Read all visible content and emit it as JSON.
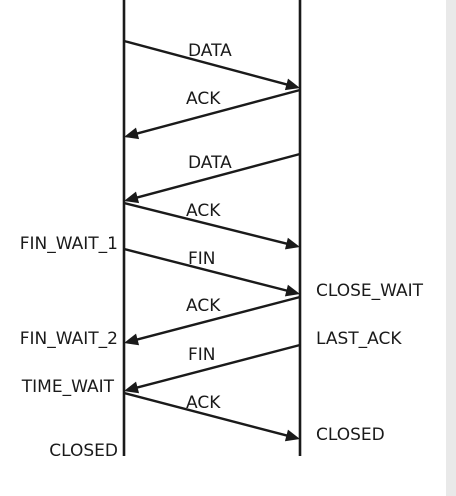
{
  "messages": [
    {
      "label": "DATA",
      "direction": "right"
    },
    {
      "label": "ACK",
      "direction": "left"
    },
    {
      "label": "DATA",
      "direction": "left"
    },
    {
      "label": "ACK",
      "direction": "right"
    },
    {
      "label": "FIN",
      "direction": "right"
    },
    {
      "label": "ACK",
      "direction": "left"
    },
    {
      "label": "FIN",
      "direction": "left"
    },
    {
      "label": "ACK",
      "direction": "right"
    }
  ],
  "client_states": {
    "fin_wait_1": "FIN_WAIT_1",
    "fin_wait_2": "FIN_WAIT_2",
    "time_wait": "TIME_WAIT",
    "closed": "CLOSED"
  },
  "server_states": {
    "close_wait": "CLOSE_WAIT",
    "last_ack": "LAST_ACK",
    "closed": "CLOSED"
  }
}
